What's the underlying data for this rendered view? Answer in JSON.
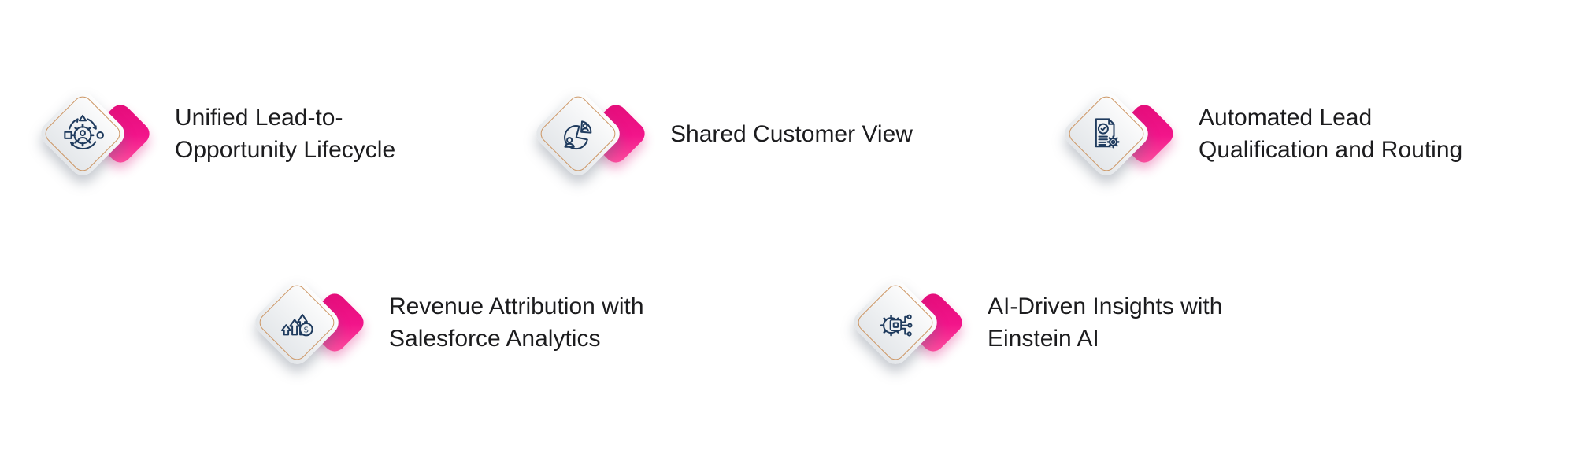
{
  "page": {
    "background_color": "#ffffff"
  },
  "style": {
    "accent_pink_top": "#e20c78",
    "accent_pink_mid": "#f2148a",
    "accent_pink_bottom": "#ff55a2",
    "diamond_border_color": "#cd9765",
    "icon_stroke_color": "#1f3b5e",
    "text_color": "#1c1c1e",
    "tile_light": "#fdfdfd",
    "tile_dark": "#e3e6e9"
  },
  "items": [
    {
      "id": "unified-lead-to-opportunity",
      "icon": "lifecycle-gear-person-icon",
      "label": "Unified Lead-to-\nOpportunity Lifecycle"
    },
    {
      "id": "shared-customer-view",
      "icon": "customer-pie-chart-icon",
      "label": "Shared Customer View"
    },
    {
      "id": "automated-lead-qualification",
      "icon": "document-check-gear-icon",
      "label": "Automated Lead\nQualification and Routing"
    },
    {
      "id": "revenue-attribution",
      "icon": "growth-arrows-dollar-icon",
      "label": "Revenue Attribution with\nSalesforce Analytics"
    },
    {
      "id": "ai-driven-insights",
      "icon": "ai-chip-circuit-icon",
      "label": "AI-Driven Insights with\nEinstein AI"
    }
  ]
}
